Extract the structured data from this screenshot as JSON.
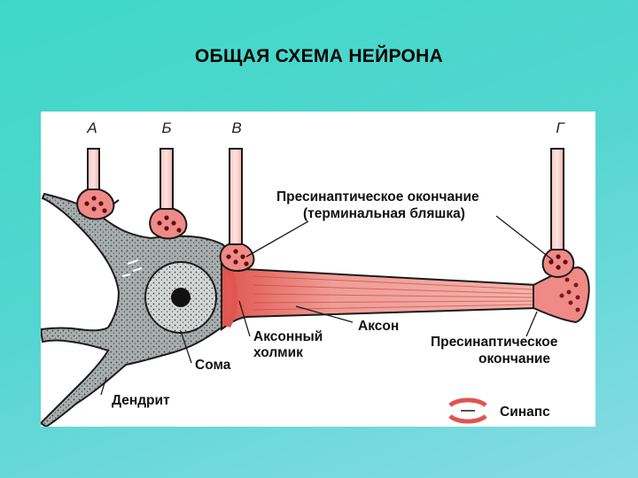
{
  "slide": {
    "title": "ОБЩАЯ СХЕМА НЕЙРОНА"
  },
  "diagram": {
    "fiber_labels": [
      "А",
      "Б",
      "В",
      "Г"
    ],
    "labels": {
      "presynaptic_ending_line1": "Пресинаптическое окончание",
      "presynaptic_ending_line2": "(терминальная бляшка)",
      "axon": "Аксон",
      "axon_hillock_line1": "Аксонный",
      "axon_hillock_line2": "холмик",
      "soma": "Сома",
      "dendrite": "Дендрит",
      "presynaptic_ending_b_line1": "Пресинаптическое",
      "presynaptic_ending_b_line2": "окончание",
      "synapse_legend": "Синапс"
    },
    "colors": {
      "cell_body": "#a8aeae",
      "axon": "#ef9d95",
      "terminal": "#f08a86",
      "nucleus": "#d3d8d6",
      "outline": "#1a1a1a"
    }
  }
}
